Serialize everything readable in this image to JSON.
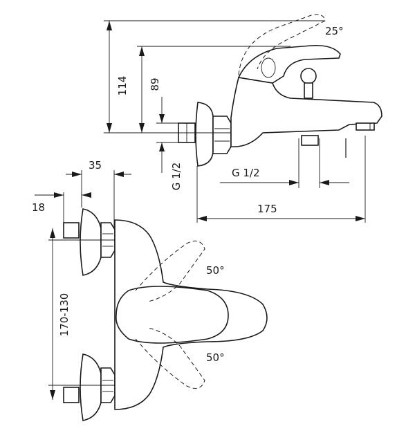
{
  "dimensions": {
    "angle_top": "25°",
    "height_total": "114",
    "height_upper": "89",
    "inlet_thread": "G 1/2",
    "outlet_thread": "G 1/2",
    "length": "175",
    "depth": "35",
    "wall_offset": "18",
    "inlet_spacing": "170-130",
    "angle_left": "50°",
    "angle_right": "50°"
  }
}
